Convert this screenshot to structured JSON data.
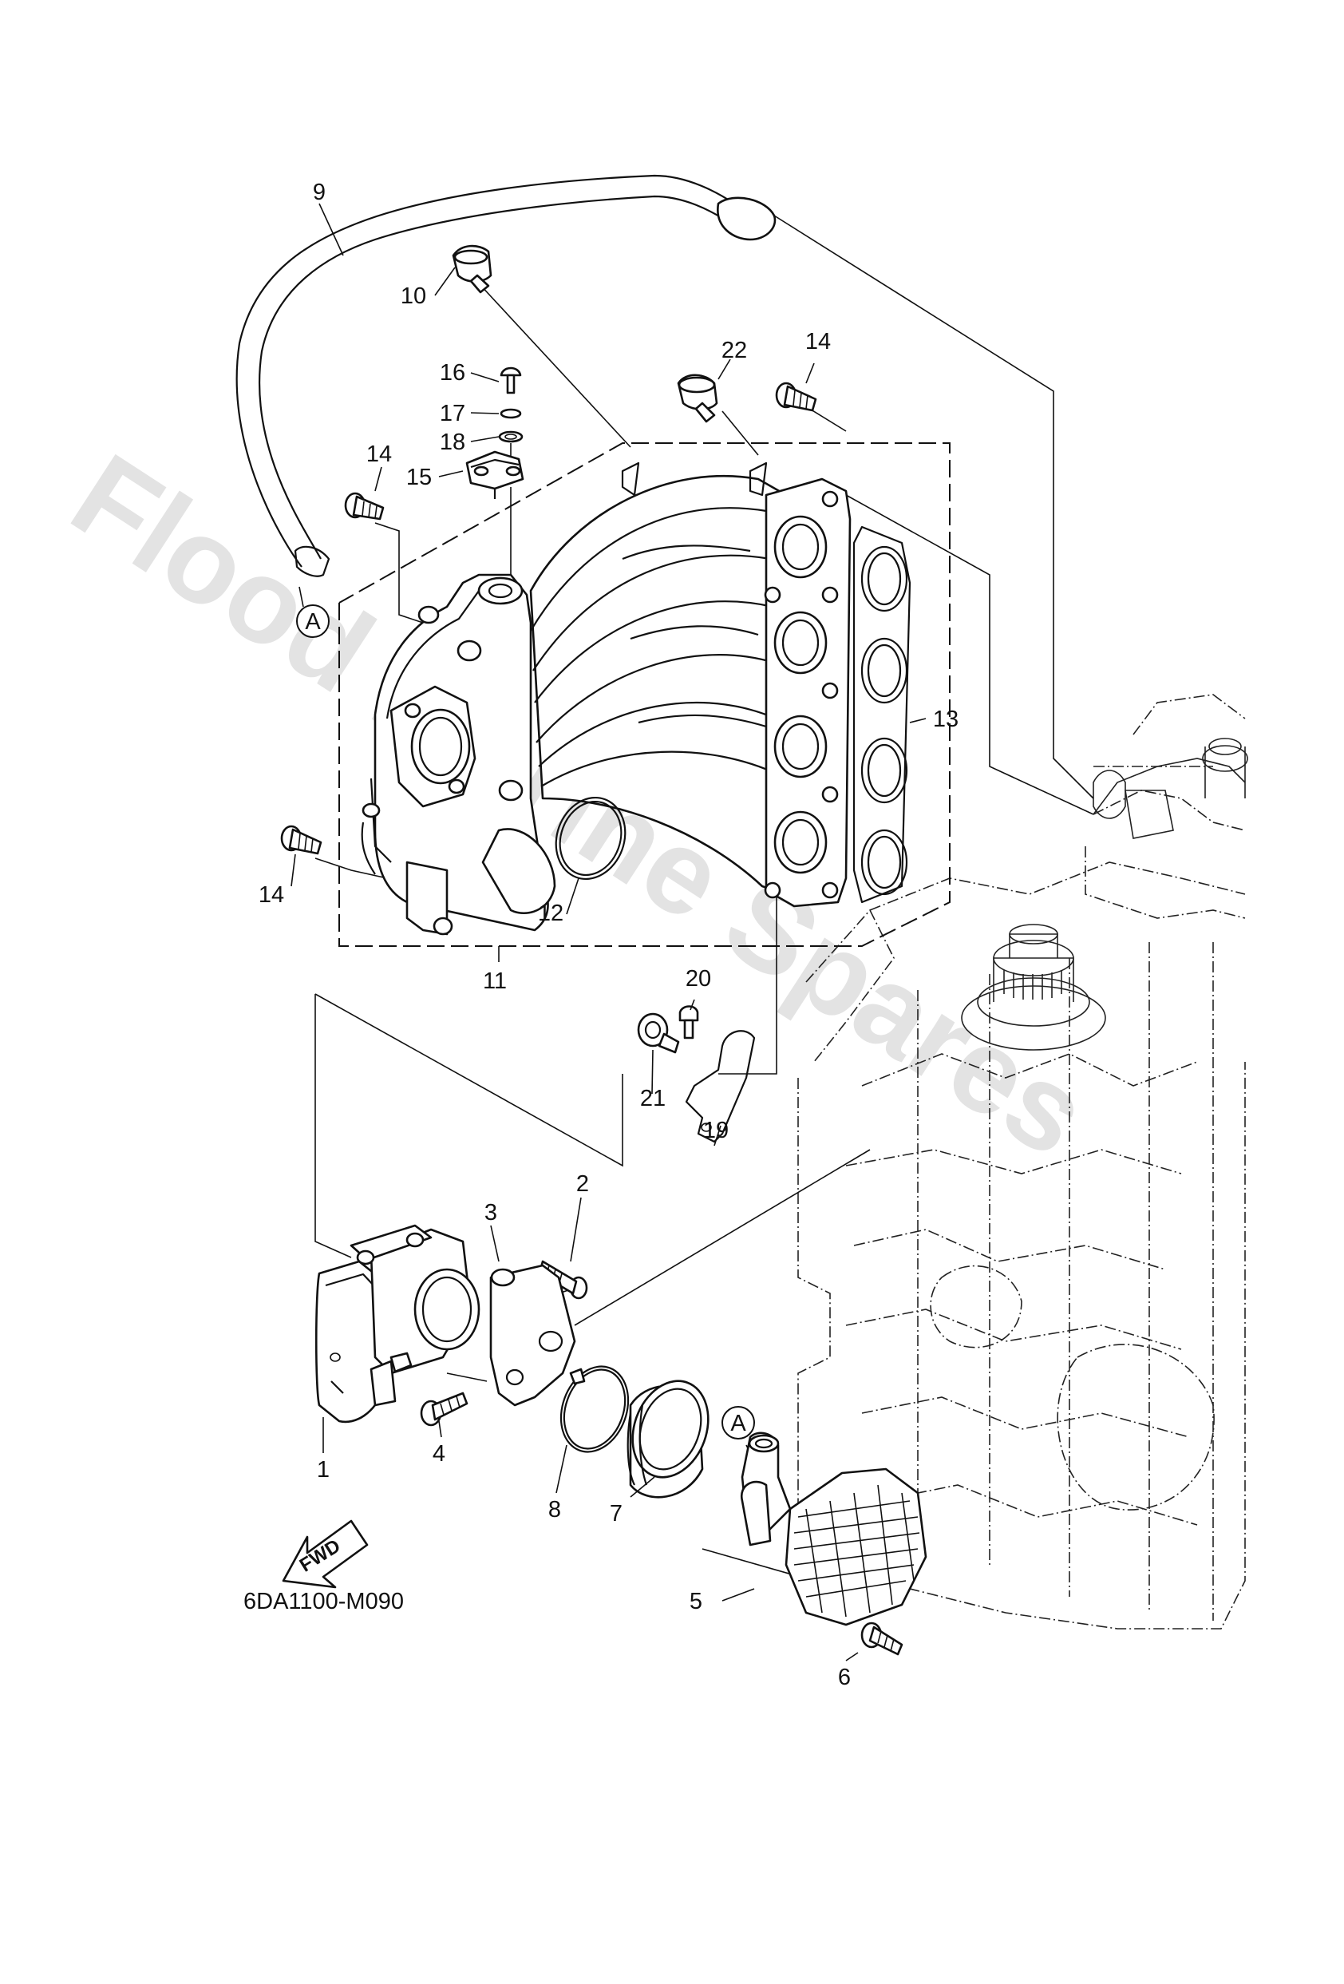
{
  "watermark": {
    "text": "Flood Marine Spares"
  },
  "diagram": {
    "code": "6DA1100-M090",
    "fwd_label": "FWD",
    "reference_marker": "A",
    "callouts": [
      {
        "id": "1",
        "label": "1"
      },
      {
        "id": "2",
        "label": "2"
      },
      {
        "id": "3",
        "label": "3"
      },
      {
        "id": "4",
        "label": "4"
      },
      {
        "id": "5",
        "label": "5"
      },
      {
        "id": "6",
        "label": "6"
      },
      {
        "id": "7",
        "label": "7"
      },
      {
        "id": "8",
        "label": "8"
      },
      {
        "id": "9",
        "label": "9"
      },
      {
        "id": "10",
        "label": "10"
      },
      {
        "id": "11",
        "label": "11"
      },
      {
        "id": "12",
        "label": "12"
      },
      {
        "id": "13",
        "label": "13"
      },
      {
        "id": "14a",
        "label": "14"
      },
      {
        "id": "14b",
        "label": "14"
      },
      {
        "id": "14c",
        "label": "14"
      },
      {
        "id": "15",
        "label": "15"
      },
      {
        "id": "16",
        "label": "16"
      },
      {
        "id": "17",
        "label": "17"
      },
      {
        "id": "18",
        "label": "18"
      },
      {
        "id": "19",
        "label": "19"
      },
      {
        "id": "20",
        "label": "20"
      },
      {
        "id": "21",
        "label": "21"
      },
      {
        "id": "22",
        "label": "22"
      }
    ]
  }
}
